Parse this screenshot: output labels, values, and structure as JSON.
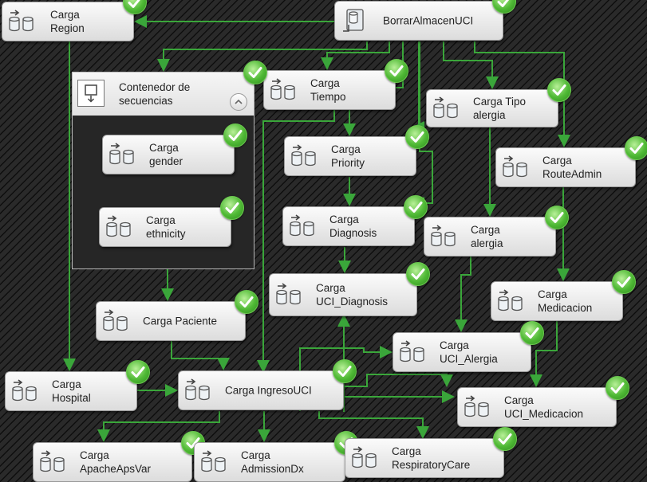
{
  "canvas": {
    "background": "#2a2a2a",
    "wire_color": "#3aa63a",
    "check_color": "#4fb935"
  },
  "tasks": [
    {
      "id": "region",
      "label": "Carga\nRegion",
      "status": "success",
      "icon": "data-flow-icon"
    },
    {
      "id": "borrar",
      "label": "BorrarAlmacenUCI",
      "status": "success",
      "icon": "sql-task-icon"
    },
    {
      "id": "tiempo",
      "label": "Carga\nTiempo",
      "status": "success",
      "icon": "data-flow-icon"
    },
    {
      "id": "tipo_alergia",
      "label": "Carga Tipo\nalergia",
      "status": "success",
      "icon": "data-flow-icon"
    },
    {
      "id": "gender",
      "label": "Carga\ngender",
      "status": "success",
      "icon": "data-flow-icon"
    },
    {
      "id": "ethnicity",
      "label": "Carga\nethnicity",
      "status": "success",
      "icon": "data-flow-icon"
    },
    {
      "id": "priority",
      "label": "Carga\nPriority",
      "status": "success",
      "icon": "data-flow-icon"
    },
    {
      "id": "routeadmin",
      "label": "Carga\nRouteAdmin",
      "status": "success",
      "icon": "data-flow-icon"
    },
    {
      "id": "diagnosis",
      "label": "Carga\nDiagnosis",
      "status": "success",
      "icon": "data-flow-icon"
    },
    {
      "id": "alergia",
      "label": "Carga\nalergia",
      "status": "success",
      "icon": "data-flow-icon"
    },
    {
      "id": "uci_diagnosis",
      "label": "Carga\nUCI_Diagnosis",
      "status": "success",
      "icon": "data-flow-icon"
    },
    {
      "id": "medicacion",
      "label": "Carga\nMedicacion",
      "status": "success",
      "icon": "data-flow-icon"
    },
    {
      "id": "paciente",
      "label": "Carga Paciente",
      "status": "success",
      "icon": "data-flow-icon"
    },
    {
      "id": "uci_alergia",
      "label": "Carga\nUCI_Alergia",
      "status": "success",
      "icon": "data-flow-icon"
    },
    {
      "id": "hospital",
      "label": "Carga\nHospital",
      "status": "success",
      "icon": "data-flow-icon"
    },
    {
      "id": "ingreso",
      "label": "Carga IngresoUCI",
      "status": "success",
      "icon": "data-flow-icon"
    },
    {
      "id": "uci_medicacion",
      "label": "Carga\nUCI_Medicacion",
      "status": "success",
      "icon": "data-flow-icon"
    },
    {
      "id": "apache",
      "label": "Carga\nApacheApsVar",
      "status": "success",
      "icon": "data-flow-icon"
    },
    {
      "id": "admissiondx",
      "label": "Carga\nAdmissionDx",
      "status": "success",
      "icon": "data-flow-icon"
    },
    {
      "id": "respiratory",
      "label": "Carga\nRespiratoryCare",
      "status": "success",
      "icon": "data-flow-icon"
    }
  ],
  "container": {
    "label": "Contenedor de\nsecuencias",
    "status": "success",
    "icon": "sequence-container-icon",
    "collapse_icon": "chevron-up-icon"
  }
}
